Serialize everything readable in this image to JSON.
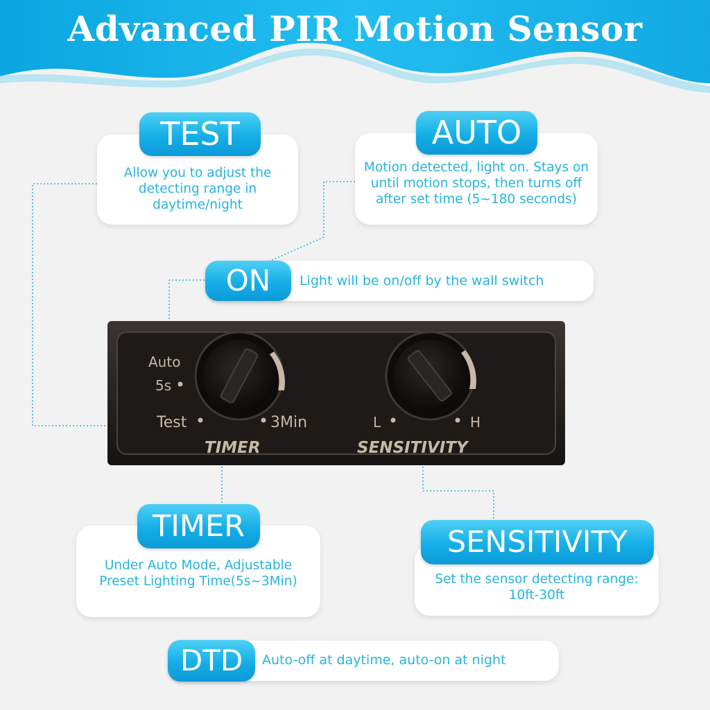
{
  "header": {
    "title": "Advanced PIR Motion Sensor"
  },
  "test": {
    "label": "TEST",
    "description": "Allow you to adjust the detecting range in daytime/night"
  },
  "auto": {
    "label": "AUTO",
    "description": "Motion detected, light on. Stays on until motion stops, then turns off after set time (5~180 seconds)"
  },
  "on": {
    "label": "ON",
    "description": "Light will be on/off by the wall switch"
  },
  "timer": {
    "label": "TIMER",
    "description": "Under Auto Mode, Adjustable Preset Lighting Time(5s~3Min)"
  },
  "sensitivity": {
    "label": "SENSITIVITY",
    "description": "Set the sensor detecting range: 10ft-30ft"
  },
  "dtd": {
    "label": "DTD",
    "description": "Auto-off at daytime, auto-on at night"
  },
  "panel": {
    "auto_mark": "Auto",
    "five_s_mark": "5s",
    "test_mark": "Test",
    "three_min_mark": "3Min",
    "timer_caption": "TIMER",
    "low_mark": "L",
    "high_mark": "H",
    "sensitivity_caption": "SENSITIVITY"
  },
  "colors": {
    "accent": "#1ab0e6",
    "text": "#27b3dc",
    "panel": "#1d1a18"
  }
}
